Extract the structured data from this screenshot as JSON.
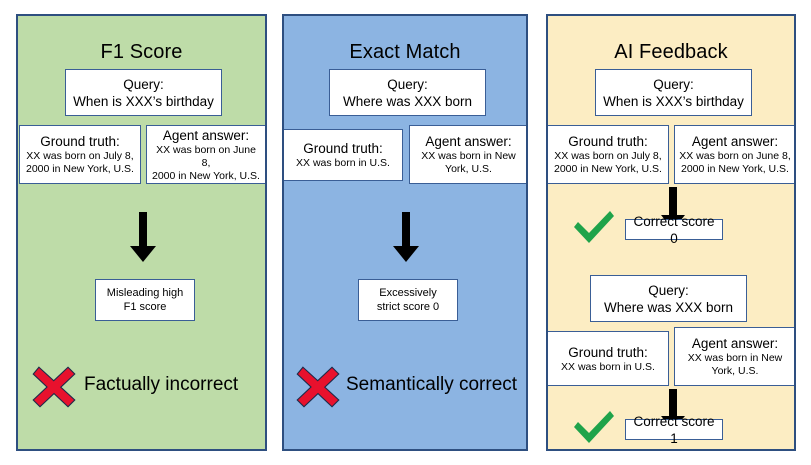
{
  "figure": {
    "background": "#ffffff",
    "border_color": "#2e4f80",
    "box_border_color": "#3a5e96",
    "panels": [
      {
        "id": "f1-score",
        "title": "F1 Score",
        "fill": "#bedca8",
        "query": {
          "header": "Query:",
          "text": "When is XXX’s birthday"
        },
        "ground_truth": {
          "header": "Ground truth:",
          "line1": "XX was born on July 8,",
          "line2": "2000 in New York, U.S."
        },
        "agent_answer": {
          "header": "Agent answer:",
          "line1": "XX was born on June 8,",
          "line2": "2000 in New York, U.S."
        },
        "result": {
          "line1": "Misleading high",
          "line2": "F1 score"
        },
        "verdict": {
          "icon": "red-cross-icon",
          "color": "#e8112d",
          "label": "Factually incorrect"
        }
      },
      {
        "id": "exact-match",
        "title": "Exact Match",
        "fill": "#8cb4e2",
        "query": {
          "header": "Query:",
          "text": "Where was XXX born"
        },
        "ground_truth": {
          "header": "Ground truth:",
          "line1": "XX was born in U.S.",
          "line2": ""
        },
        "agent_answer": {
          "header": "Agent answer:",
          "line1": "XX was born in New",
          "line2": "York, U.S."
        },
        "result": {
          "line1": "Excessively",
          "line2": "strict score 0"
        },
        "verdict": {
          "icon": "red-cross-icon",
          "color": "#e8112d",
          "label": "Semantically correct"
        }
      },
      {
        "id": "ai-feedback",
        "title": "AI Feedback",
        "fill": "#fcedc3",
        "blocks": [
          {
            "query": {
              "header": "Query:",
              "text": "When is XXX’s birthday"
            },
            "ground_truth": {
              "header": "Ground truth:",
              "line1": "XX was born on July 8,",
              "line2": "2000 in New York, U.S."
            },
            "agent_answer": {
              "header": "Agent answer:",
              "line1": "XX was born on June 8,",
              "line2": "2000 in New York, U.S."
            },
            "score": {
              "icon": "green-check-icon",
              "color": "#1fa34a",
              "label": "Correct score 0"
            }
          },
          {
            "query": {
              "header": "Query:",
              "text": "Where was XXX born"
            },
            "ground_truth": {
              "header": "Ground truth:",
              "line1": "XX was born in U.S.",
              "line2": ""
            },
            "agent_answer": {
              "header": "Agent answer:",
              "line1": "XX was born in New",
              "line2": "York, U.S."
            },
            "score": {
              "icon": "green-check-icon",
              "color": "#1fa34a",
              "label": "Correct score 1"
            }
          }
        ]
      }
    ]
  }
}
